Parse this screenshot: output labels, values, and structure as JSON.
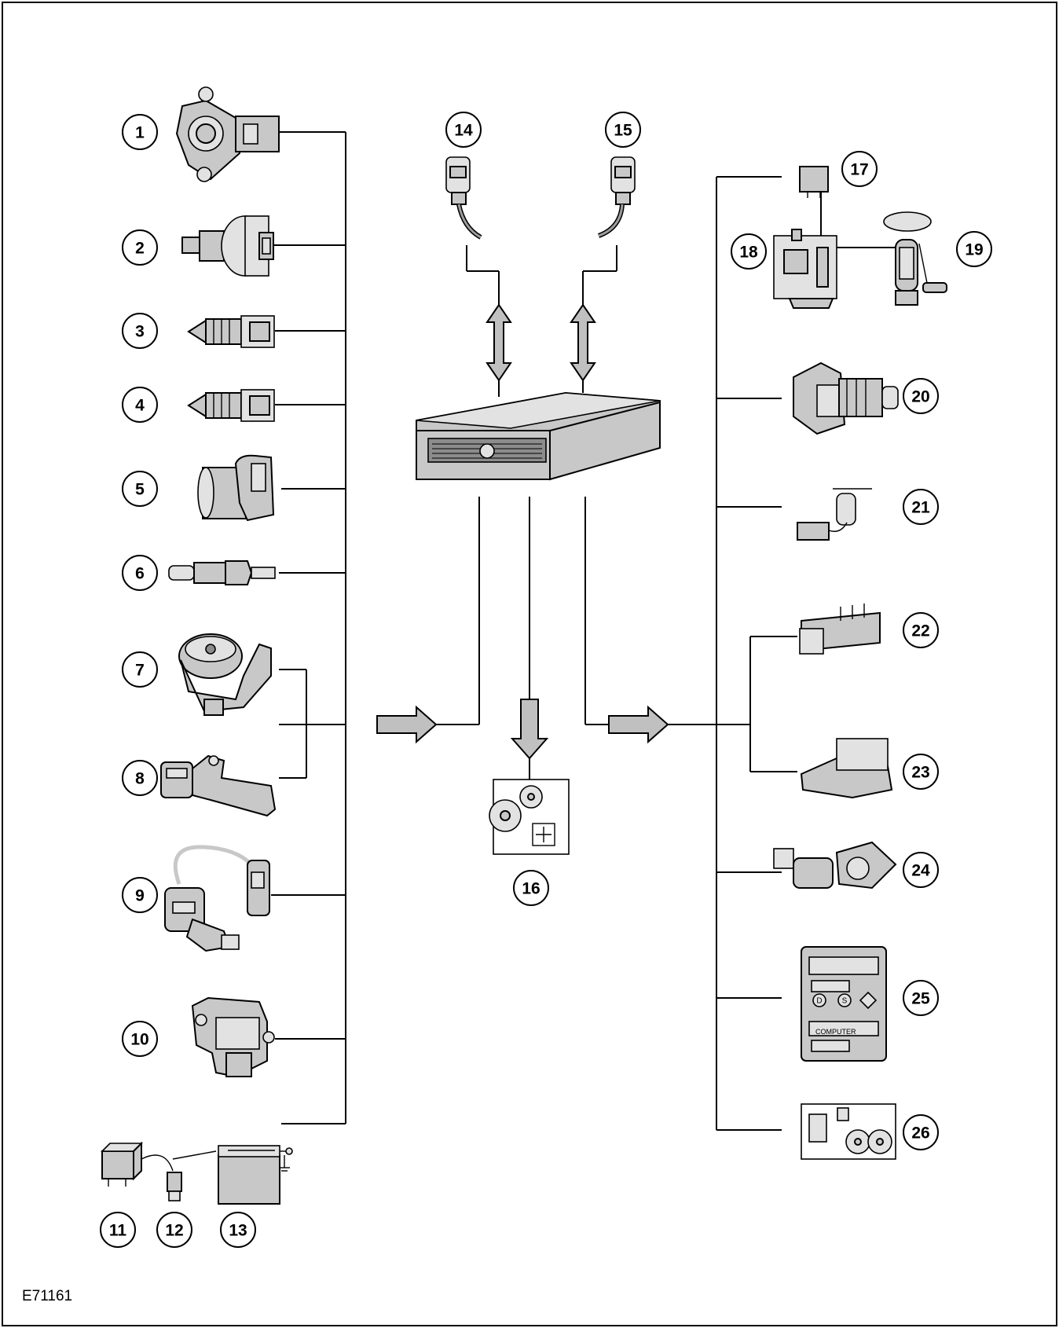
{
  "figure_ref": "E71161",
  "callouts": [
    "1",
    "2",
    "3",
    "4",
    "5",
    "6",
    "7",
    "8",
    "9",
    "10",
    "11",
    "12",
    "13",
    "14",
    "15",
    "16",
    "17",
    "18",
    "19",
    "20",
    "21",
    "22",
    "23",
    "24",
    "25",
    "26"
  ],
  "inline_labels": {
    "cluster_button_1": "D",
    "cluster_button_2": "S",
    "cluster_label": "COMPUTER"
  },
  "colors": {
    "line": "#000000",
    "component_fill": "#c8c8c8",
    "arrow_fill": "#c0c0c0",
    "background": "#ffffff"
  }
}
